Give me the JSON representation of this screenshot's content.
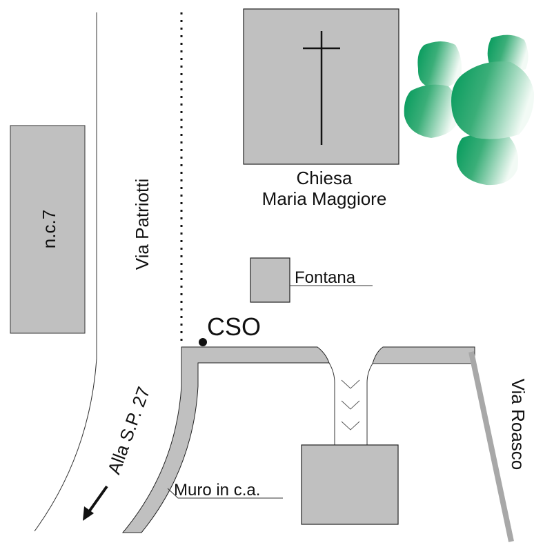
{
  "labels": {
    "building": "n.c.7",
    "street_patriotti": "Via Patriotti",
    "church_line1": "Chiesa",
    "church_line2": "Maria Maggiore",
    "fountain": "Fontana",
    "cso": "CSO",
    "direction": "Alla S.P. 27",
    "wall": "Muro in c.a.",
    "street_roasco": "Via Roasco"
  },
  "colors": {
    "fill_gray": "#c0c0c0",
    "road_gray": "#a8a8a8",
    "tree_dark": "#00995a",
    "tree_light": "#ffffff"
  }
}
